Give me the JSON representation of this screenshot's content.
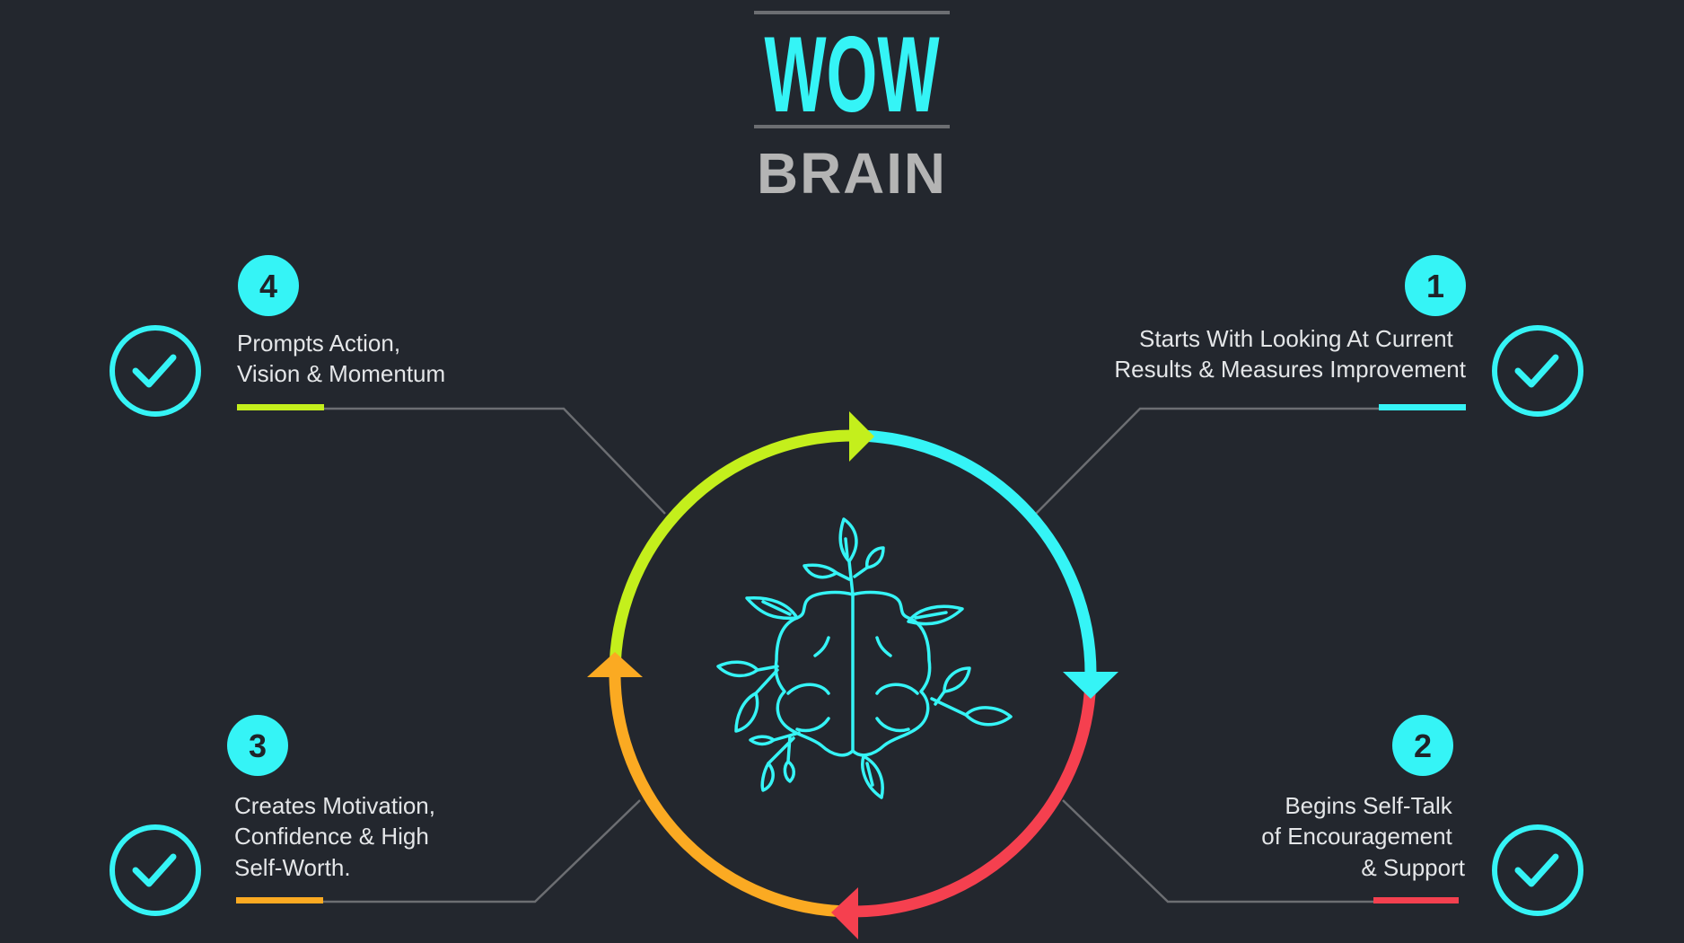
{
  "title": {
    "top": "WOW",
    "bottom": "BRAIN"
  },
  "colors": {
    "background": "#23272e",
    "cyan": "#35f4f6",
    "green": "#c4ef1c",
    "red": "#f5404f",
    "orange": "#fbaa22",
    "grey_line": "#6c6e72"
  },
  "steps": [
    {
      "number": "1",
      "lines": [
        "Starts With Looking At Current",
        "Results & Measures Improvement"
      ],
      "color": "#35f4f6"
    },
    {
      "number": "2",
      "lines": [
        "Begins Self-Talk",
        "of Encouragement",
        "& Support"
      ],
      "color": "#f5404f"
    },
    {
      "number": "3",
      "lines": [
        "Creates Motivation,",
        "Confidence & High",
        "Self-Worth."
      ],
      "color": "#fbaa22"
    },
    {
      "number": "4",
      "lines": [
        "Prompts Action,",
        "Vision & Momentum"
      ],
      "color": "#c4ef1c"
    }
  ],
  "icons": {
    "center": "brain-with-leaves-icon",
    "check": "check-circle-icon"
  }
}
